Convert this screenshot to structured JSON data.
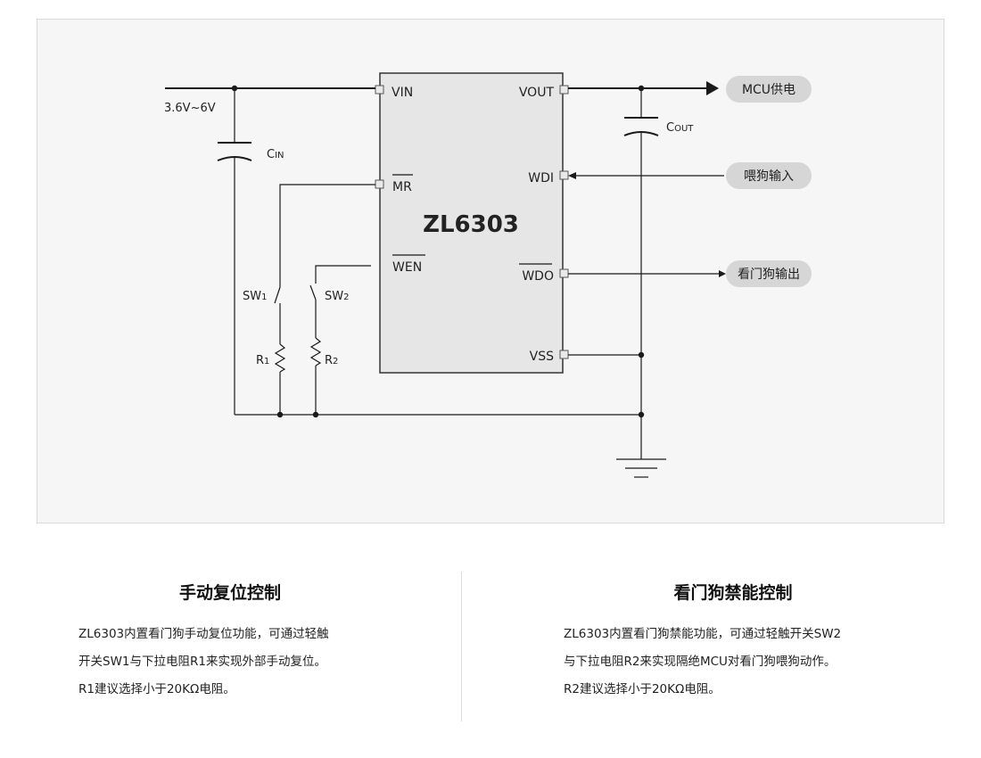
{
  "diagram": {
    "chip_name": "ZL6303",
    "input_voltage": "3.6V~6V",
    "pins": {
      "vin": "VIN",
      "mr": "MR",
      "wen": "WEN",
      "vout": "VOUT",
      "wdi": "WDI",
      "wdo": "WDO",
      "vss": "VSS"
    },
    "components": {
      "cin_main": "C",
      "cin_sub": "IN",
      "cout_main": "C",
      "cout_sub": "OUT",
      "sw1_main": "SW",
      "sw1_sub": "1",
      "sw2_main": "SW",
      "sw2_sub": "2",
      "r1_main": "R",
      "r1_sub": "1",
      "r2_main": "R",
      "r2_sub": "2"
    },
    "tags": {
      "mcu_power": "MCU供电",
      "feed_dog_input": "喂狗输入",
      "watchdog_output": "看门狗输出"
    }
  },
  "sections": [
    {
      "title": "手动复位控制",
      "lines": [
        "ZL6303内置看门狗手动复位功能，可通过轻触",
        "开关SW1与下拉电阻R1来实现外部手动复位。",
        "R1建议选择小于20KΩ电阻。"
      ]
    },
    {
      "title": "看门狗禁能控制",
      "lines": [
        "ZL6303内置看门狗禁能功能，可通过轻触开关SW2",
        "与下拉电阻R2来实现隔绝MCU对看门狗喂狗动作。",
        "R2建议选择小于20KΩ电阻。"
      ]
    }
  ]
}
